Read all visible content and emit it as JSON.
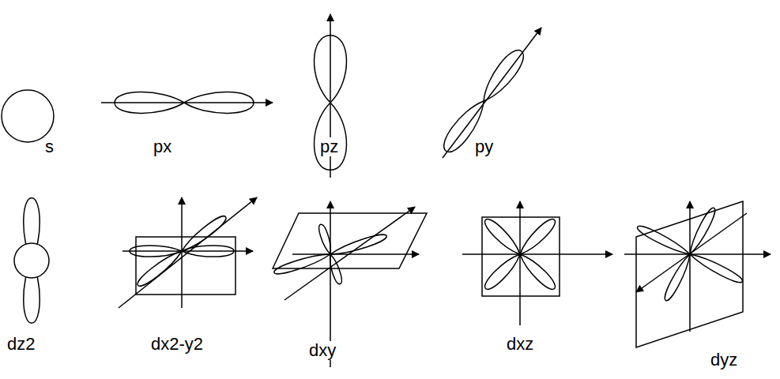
{
  "diagram": {
    "labels": [
      "s",
      "px",
      "pz",
      "py",
      "dz2",
      "dx2-y2",
      "dxy",
      "dxz",
      "dyz"
    ]
  }
}
